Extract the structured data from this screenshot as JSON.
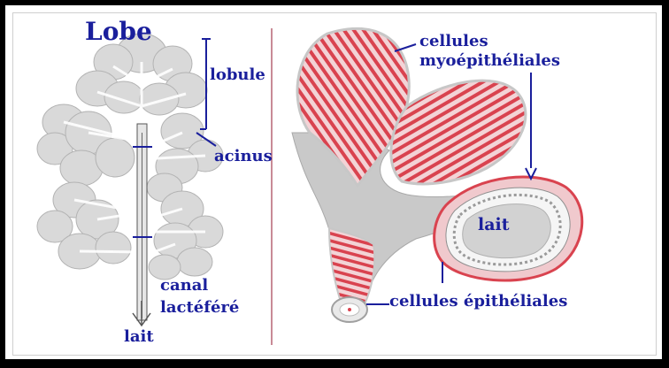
{
  "labels": {
    "lobe": "Lobe",
    "lobule": "lobule",
    "acinus": "acinus",
    "canal": "canal",
    "lactefere": "lactéféré",
    "lait_bottom": "lait",
    "myo_line1": "cellules",
    "myo_line2": "myoépithéliales",
    "lait_acinus": "lait",
    "epitheliales": "cellules épithéliales"
  },
  "colors": {
    "label_text": "#1a1f9c",
    "myoepithelial_red": "#d9434f",
    "gland_gray": "#c9c9c9",
    "lobe_gray": "#d6d6d6",
    "frame": "#000000"
  }
}
